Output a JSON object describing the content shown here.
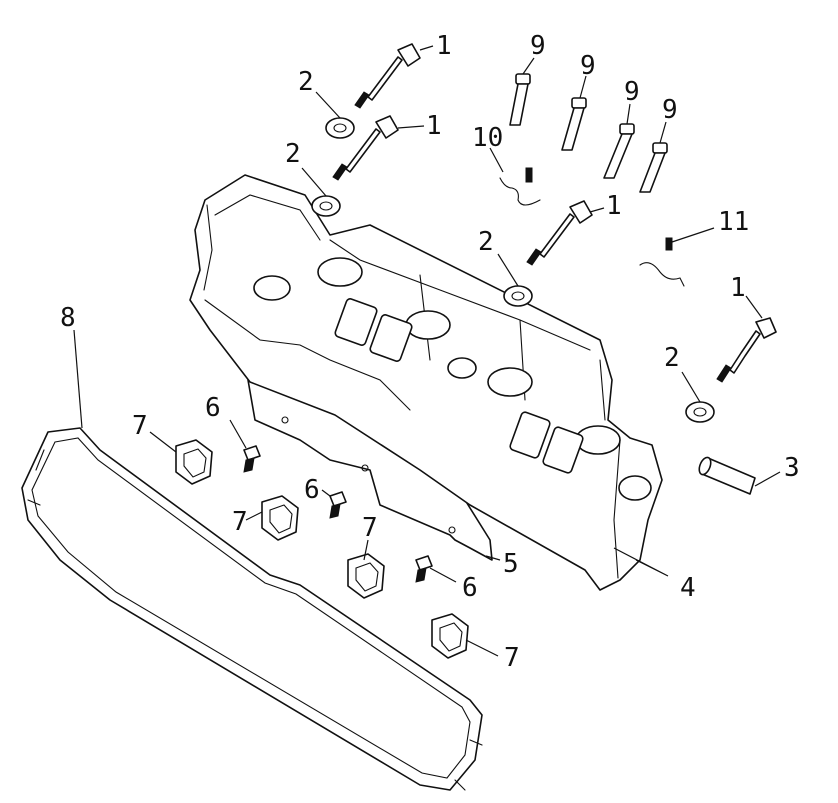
{
  "callouts": {
    "c1a": "1",
    "c1b": "1",
    "c1c": "1",
    "c1d": "1",
    "c2a": "2",
    "c2b": "2",
    "c2c": "2",
    "c2d": "2",
    "c3": "3",
    "c4": "4",
    "c5": "5",
    "c6a": "6",
    "c6b": "6",
    "c6c": "6",
    "c7a": "7",
    "c7b": "7",
    "c7c": "7",
    "c7d": "7",
    "c8": "8",
    "c9a": "9",
    "c9b": "9",
    "c9c": "9",
    "c9d": "9",
    "c10": "10",
    "c11": "11"
  }
}
